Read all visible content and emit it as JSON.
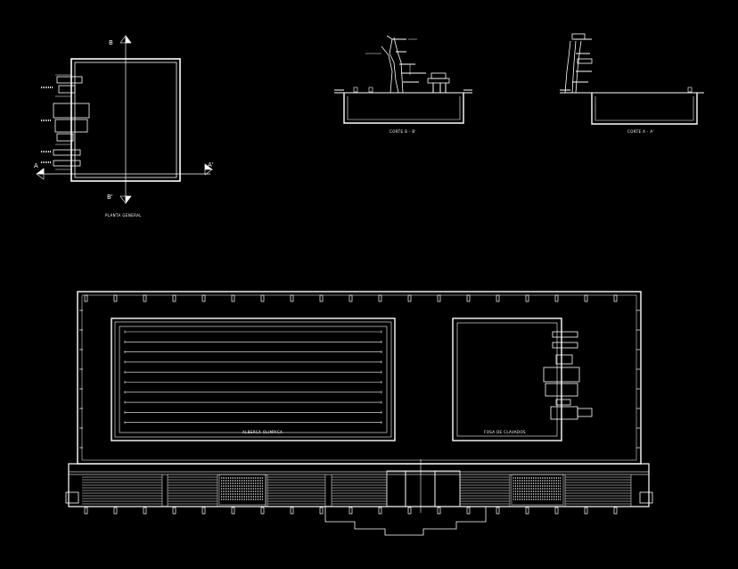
{
  "labels": {
    "planta_general": "PLANTA GENERAL",
    "corte_b": "CORTE B - B'",
    "corte_a": "CORTE A - A'",
    "alberca": "ALBERCA OLIMPICA",
    "fosa": "FOSA DE CLAVADOS"
  },
  "section_marks": {
    "a": "A",
    "a_prime": "A'",
    "b": "B",
    "b_prime": "B'"
  },
  "colors": {
    "background": "#000000",
    "line": "#ffffff"
  }
}
